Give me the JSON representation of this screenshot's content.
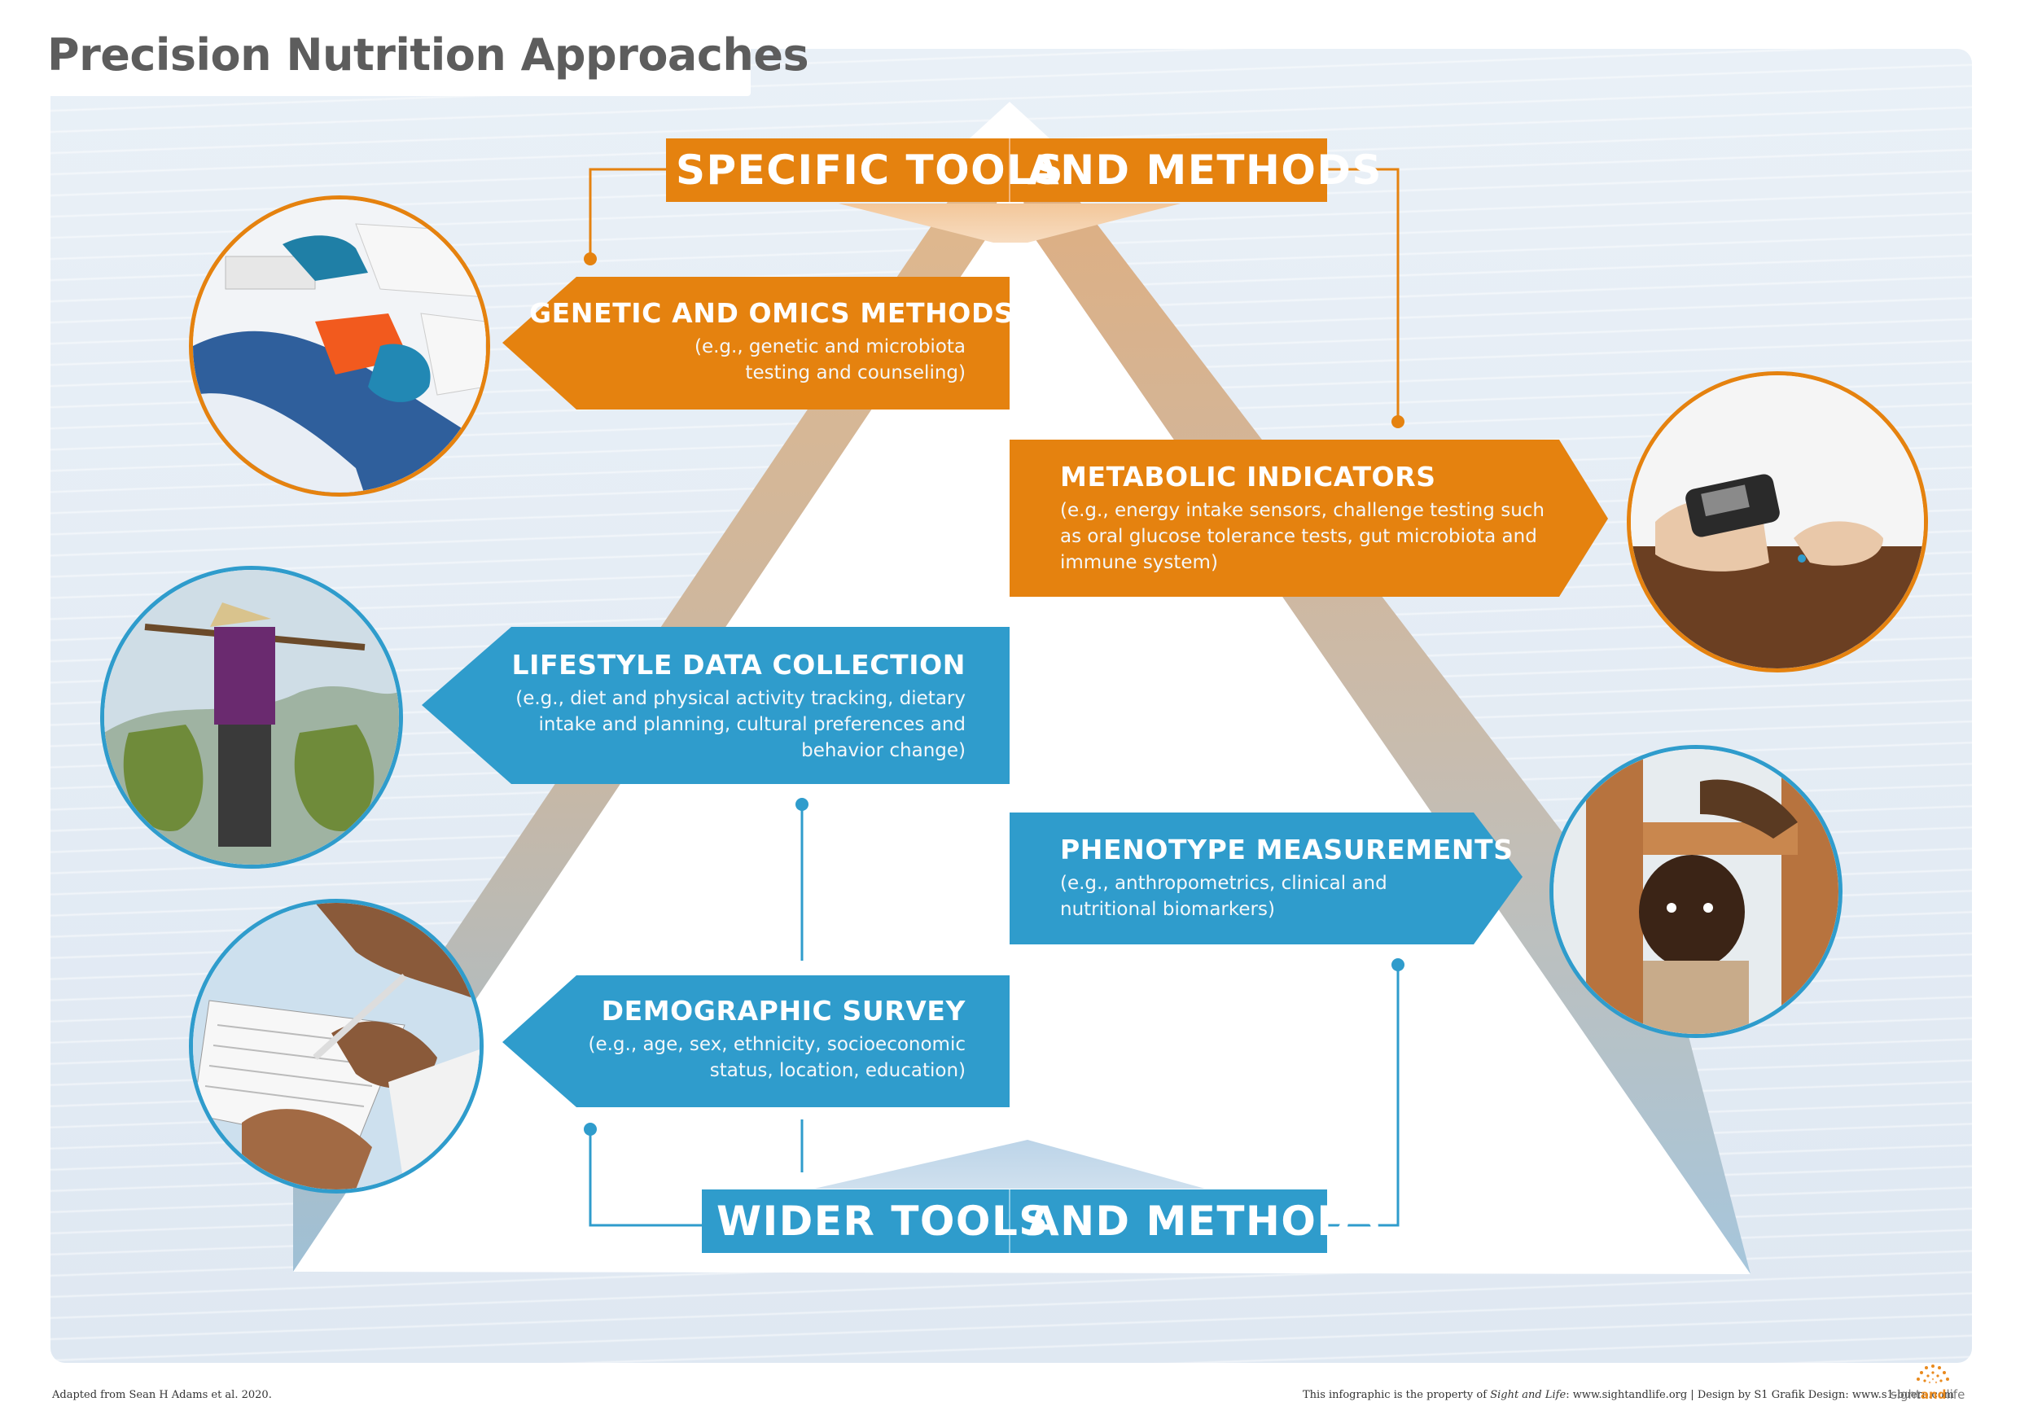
{
  "title": "Precision Nutrition Approaches",
  "top_label": {
    "left": "SPECIFIC TOOLS",
    "right": "AND METHODS"
  },
  "bottom_label": {
    "left": "WIDER TOOLS",
    "right": "AND METHODS"
  },
  "methods": [
    {
      "heading": "GENETIC AND OMICS METHODS",
      "description": "(e.g., genetic and microbiota testing and counseling)"
    },
    {
      "heading": "METABOLIC INDICATORS",
      "description": "(e.g., energy intake sensors, challenge testing such as oral glucose tolerance tests, gut microbiota and immune system)"
    },
    {
      "heading": "LIFESTYLE DATA COLLECTION",
      "description": "(e.g., diet and physical activity tracking, dietary intake and planning, cultural preferences and behavior change)"
    },
    {
      "heading": "PHENOTYPE MEASUREMENTS",
      "description": "(e.g., anthropometrics, clinical and nutritional biomarkers)"
    },
    {
      "heading": "DEMOGRAPHIC SURVEY",
      "description": "(e.g., age, sex, ethnicity, socioeconomic status, location, education)"
    }
  ],
  "footer": {
    "source": "Adapted from Sean H Adams et al. 2020.",
    "credit_prefix": "This infographic is the property of ",
    "credit_owner": "Sight and Life",
    "credit_suffix": ": www.sightandlife.org | Design by S1 Grafik Design: www.s1-buero.com",
    "logo_left": "sight",
    "logo_mid": "and",
    "logo_right": "life"
  },
  "colors": {
    "orange": "#e5820f",
    "blue": "#2f9ccc",
    "title_gray": "#5d5d5d",
    "panel": "#e6eef6"
  }
}
